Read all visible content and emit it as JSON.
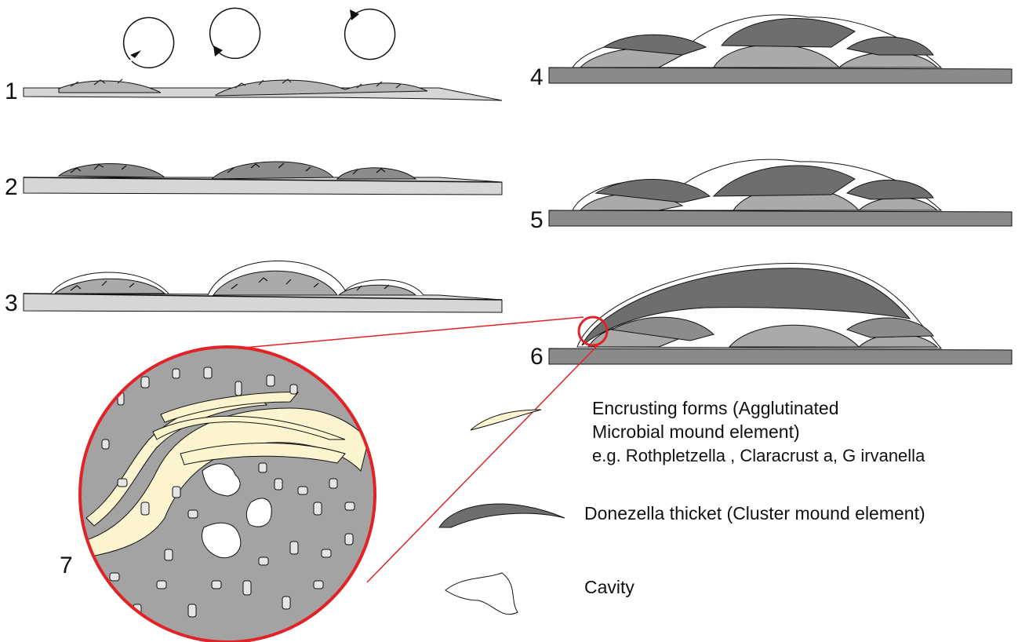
{
  "stages": [
    {
      "number": "1"
    },
    {
      "number": "2"
    },
    {
      "number": "3"
    },
    {
      "number": "4"
    },
    {
      "number": "5"
    },
    {
      "number": "6"
    },
    {
      "number": "7"
    }
  ],
  "legend": {
    "encrusting": {
      "line1": "Encrusting forms (Agglutinated",
      "line2": "Microbial mound element)",
      "line3": "e.g. Rothpletzella , Claracrust  a, G irvanella"
    },
    "donezella": "Donezella  thicket (Cluster mound element)",
    "cavity": "Cavity"
  },
  "colors": {
    "seafloor_light": "#d6d6d6",
    "seafloor_dark": "#8a8a8a",
    "mound_light": "#aaaaaa",
    "mound_medium": "#8c8c8c",
    "donezella_dark": "#6e6e6e",
    "encrusting_fill": "#fbf4cf",
    "callout_red": "#e32227",
    "zoom_background": "#a3a3a3",
    "fragment_fill": "#e6e6e6"
  },
  "icons": [
    "rotation-arrow-icon",
    "rotation-arrow-icon",
    "rotation-arrow-icon"
  ]
}
